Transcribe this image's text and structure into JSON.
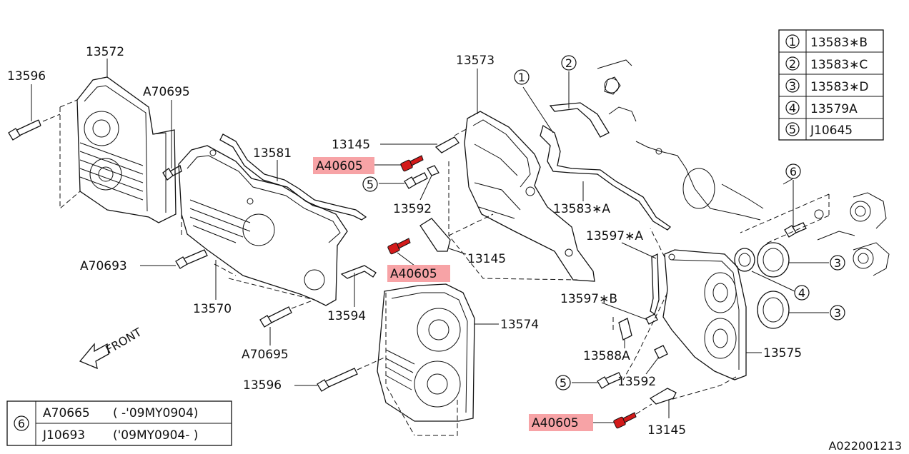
{
  "part_numbers": {
    "p13572": "13572",
    "p13596_top": "13596",
    "pA70695_top": "A70695",
    "p13581": "13581",
    "pA70693": "A70693",
    "p13570": "13570",
    "pA70695_bottom": "A70695",
    "p13594": "13594",
    "p13573": "13573",
    "p13145_top": "13145",
    "pA40605_top": "A40605",
    "p13592_left": "13592",
    "pA40605_mid": "A40605",
    "p13145_mid": "13145",
    "p13583A": "13583∗A",
    "p13597A": "13597∗A",
    "p13597B": "13597∗B",
    "p13588A": "13588A",
    "p13574": "13574",
    "p13596_bottom": "13596",
    "p13575": "13575",
    "p13592_right": "13592",
    "pA40605_bottom": "A40605",
    "p13145_bottom": "13145"
  },
  "callouts": {
    "c1": "1",
    "c2": "2",
    "c3a": "3",
    "c3b": "3",
    "c4": "4",
    "c5_left": "5",
    "c5_right": "5",
    "c6": "6"
  },
  "legend_table": [
    {
      "num": "1",
      "part": "13583∗B"
    },
    {
      "num": "2",
      "part": "13583∗C"
    },
    {
      "num": "3",
      "part": "13583∗D"
    },
    {
      "num": "4",
      "part": "13579A"
    },
    {
      "num": "5",
      "part": "J10645"
    }
  ],
  "bolt_table": {
    "num": "6",
    "rows": [
      {
        "part": "A70665",
        "note": "( -'09MY0904)"
      },
      {
        "part": "J10693",
        "note": "('09MY0904- )"
      }
    ]
  },
  "front_label": "FRONT",
  "diagram_id": "A022001213",
  "colors": {
    "highlight": "#f7a3a6",
    "bolt_red": "#d31a1a",
    "line": "#111111"
  }
}
